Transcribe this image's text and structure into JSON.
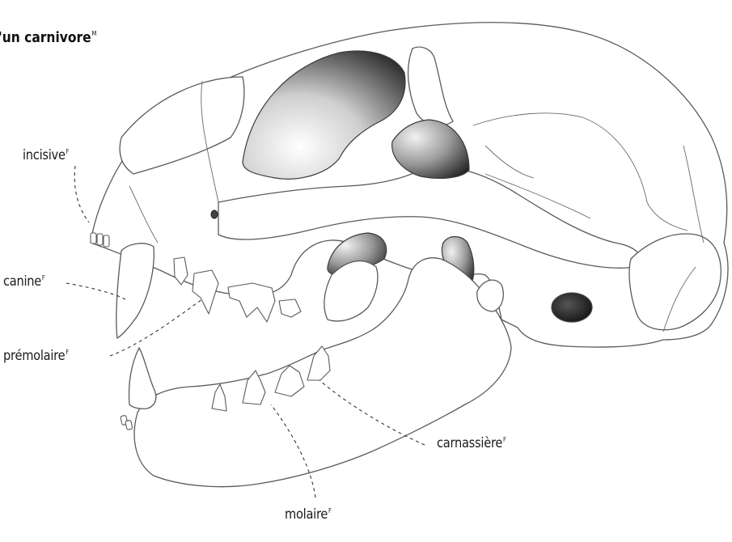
{
  "title": {
    "text": "'un carnivore",
    "marker": "M"
  },
  "labels": {
    "incisive": {
      "text": "incisive",
      "marker": "F"
    },
    "canine": {
      "text": "canine",
      "marker": "F"
    },
    "premolaire": {
      "text": "prémolaire",
      "marker": "F"
    },
    "carnassiere": {
      "text": "carnassière",
      "marker": "F"
    },
    "molaire": {
      "text": "molaire",
      "marker": "F"
    }
  },
  "colors": {
    "outline": "#5a5a5a",
    "bone": "#ffffff",
    "shadow": "#2a2a2a",
    "leader": "#333333"
  }
}
